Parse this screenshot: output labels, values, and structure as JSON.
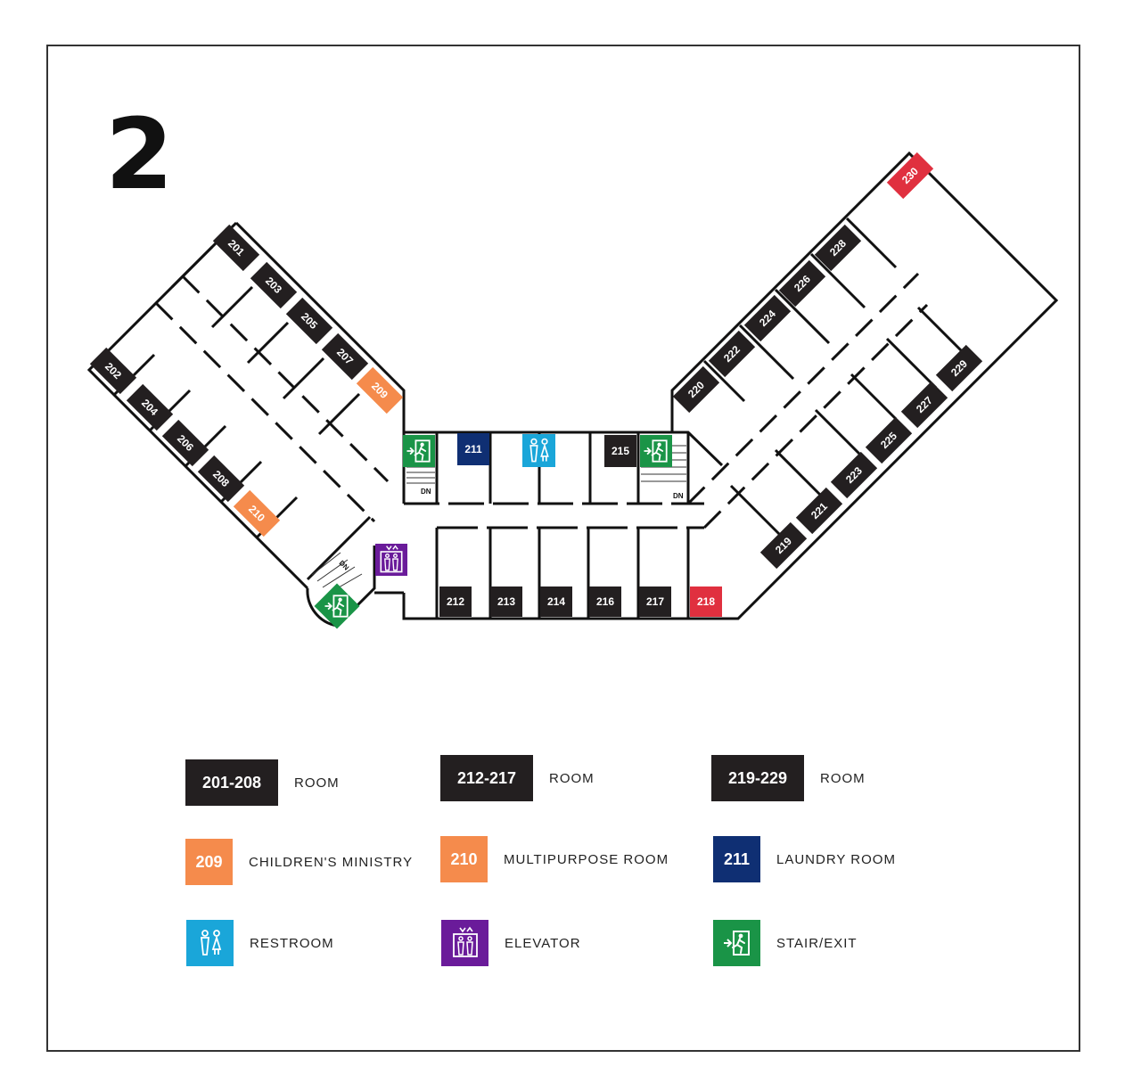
{
  "floor": "2",
  "colors": {
    "room": "#231f20",
    "childrens": "#f58b4c",
    "multipurpose": "#f58b4c",
    "laundry": "#0f2f73",
    "restroom": "#1aa6d9",
    "elevator": "#6a1b9a",
    "exit": "#1a9447",
    "red": "#e0303f",
    "wall": "#111111"
  },
  "icons": {
    "restroom": "restroom-icon",
    "elevator": "elevator-icon",
    "exit": "stair-exit-icon"
  },
  "rooms": {
    "r201": "201",
    "r202": "202",
    "r203": "203",
    "r204": "204",
    "r205": "205",
    "r206": "206",
    "r207": "207",
    "r208": "208",
    "r209": "209",
    "r210": "210",
    "r211": "211",
    "r212": "212",
    "r213": "213",
    "r214": "214",
    "r215": "215",
    "r216": "216",
    "r217": "217",
    "r218": "218",
    "r219": "219",
    "r220": "220",
    "r221": "221",
    "r222": "222",
    "r223": "223",
    "r224": "224",
    "r225": "225",
    "r226": "226",
    "r227": "227",
    "r228": "228",
    "r229": "229",
    "r230": "230"
  },
  "stair_marks": {
    "dn": "DN"
  },
  "legend": {
    "rooms_a": {
      "code": "201-208",
      "label": "ROOM"
    },
    "rooms_b": {
      "code": "212-217",
      "label": "ROOM"
    },
    "rooms_c": {
      "code": "219-229",
      "label": "ROOM"
    },
    "childrens": {
      "code": "209",
      "label": "CHILDREN'S MINISTRY"
    },
    "multipurpose": {
      "code": "210",
      "label": "MULTIPURPOSE ROOM"
    },
    "laundry": {
      "code": "211",
      "label": "LAUNDRY ROOM"
    },
    "restroom": {
      "label": "RESTROOM"
    },
    "elevator": {
      "label": "ELEVATOR"
    },
    "exit": {
      "label": "STAIR/EXIT"
    }
  }
}
